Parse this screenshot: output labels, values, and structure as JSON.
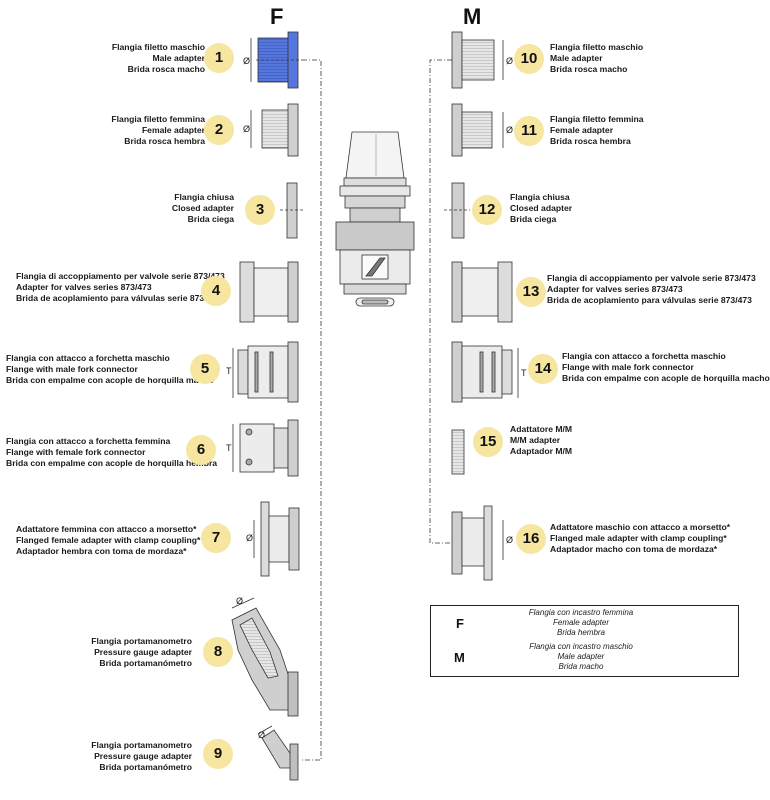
{
  "headers": {
    "left": "F",
    "right": "M"
  },
  "left_items": [
    {
      "num": "1",
      "lines": [
        "Flangia filetto maschio",
        "Male adapter",
        "Brida rosca macho"
      ]
    },
    {
      "num": "2",
      "lines": [
        "Flangia filetto femmina",
        "Female adapter",
        "Brida rosca hembra"
      ]
    },
    {
      "num": "3",
      "lines": [
        "Flangia chiusa",
        "Closed adapter",
        "Brida ciega"
      ]
    },
    {
      "num": "4",
      "lines": [
        "Flangia di accoppiamento per valvole serie 873/473",
        "Adapter for valves series 873/473",
        "Brida de acoplamiento para válvulas serie 873/473"
      ]
    },
    {
      "num": "5",
      "lines": [
        "Flangia con attacco a forchetta maschio",
        "Flange with male fork connector",
        "Brida con empalme con acople de horquilla macho"
      ]
    },
    {
      "num": "6",
      "lines": [
        "Flangia con attacco a forchetta femmina",
        "Flange with female fork connector",
        "Brida con empalme con acople de horquilla hembra"
      ]
    },
    {
      "num": "7",
      "lines": [
        "Adattatore femmina con attacco a morsetto*",
        "Flanged female adapter with clamp coupling*",
        "Adaptador hembra con toma de mordaza*"
      ]
    },
    {
      "num": "8",
      "lines": [
        "Flangia portamanometro",
        "Pressure gauge adapter",
        "Brida portamanómetro"
      ]
    },
    {
      "num": "9",
      "lines": [
        "Flangia portamanometro",
        "Pressure gauge adapter",
        "Brida portamanómetro"
      ]
    }
  ],
  "right_items": [
    {
      "num": "10",
      "lines": [
        "Flangia filetto maschio",
        "Male adapter",
        "Brida rosca macho"
      ]
    },
    {
      "num": "11",
      "lines": [
        "Flangia filetto femmina",
        "Female adapter",
        "Brida rosca hembra"
      ]
    },
    {
      "num": "12",
      "lines": [
        "Flangia chiusa",
        "Closed adapter",
        "Brida ciega"
      ]
    },
    {
      "num": "13",
      "lines": [
        "Flangia di accoppiamento per valvole serie 873/473",
        "Adapter for valves series 873/473",
        "Brida de acoplamiento para válvulas serie 873/473"
      ]
    },
    {
      "num": "14",
      "lines": [
        "Flangia con attacco a forchetta maschio",
        "Flange with male fork connector",
        "Brida con empalme con acople de horquilla macho"
      ]
    },
    {
      "num": "15",
      "lines": [
        "Adattatore M/M",
        "M/M adapter",
        "Adaptador M/M"
      ]
    },
    {
      "num": "16",
      "lines": [
        "Adattatore maschio con attacco a morsetto*",
        "Flanged male adapter with clamp coupling*",
        "Adaptador macho con toma de mordaza*"
      ]
    }
  ],
  "dimension_symbols": {
    "diameter": "Ø",
    "length": "T"
  },
  "legend": {
    "f_letter": "F",
    "f_lines": [
      "Flangia con incastro femmina",
      "Female adapter",
      "Brida hembra"
    ],
    "m_letter": "M",
    "m_lines": [
      "Flangia con incastro maschio",
      "Male adapter",
      "Brida macho"
    ]
  },
  "colors": {
    "badge": "#f6e6a0",
    "highlight": "#5577dd",
    "part_fill": "#e6e6e6",
    "part_shade": "#b5b5b5",
    "line": "#222222"
  }
}
